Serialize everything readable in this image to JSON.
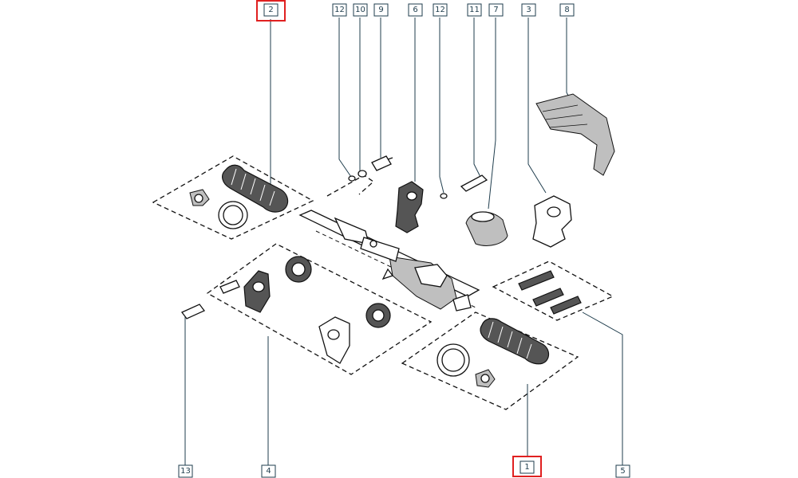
{
  "diagram": {
    "callouts": [
      {
        "id": "c2",
        "label": "2",
        "highlighted": true
      },
      {
        "id": "c12a",
        "label": "12",
        "highlighted": false
      },
      {
        "id": "c10",
        "label": "10",
        "highlighted": false
      },
      {
        "id": "c9",
        "label": "9",
        "highlighted": false
      },
      {
        "id": "c6",
        "label": "6",
        "highlighted": false
      },
      {
        "id": "c12b",
        "label": "12",
        "highlighted": false
      },
      {
        "id": "c11",
        "label": "11",
        "highlighted": false
      },
      {
        "id": "c7",
        "label": "7",
        "highlighted": false
      },
      {
        "id": "c3",
        "label": "3",
        "highlighted": false
      },
      {
        "id": "c8",
        "label": "8",
        "highlighted": false
      },
      {
        "id": "c13",
        "label": "13",
        "highlighted": false
      },
      {
        "id": "c4",
        "label": "4",
        "highlighted": false
      },
      {
        "id": "c1",
        "label": "1",
        "highlighted": true
      },
      {
        "id": "c5",
        "label": "5",
        "highlighted": false
      }
    ],
    "colors": {
      "callout_text": "#1f3d4d",
      "highlight": "#e02020",
      "line_art": "#111111"
    }
  }
}
